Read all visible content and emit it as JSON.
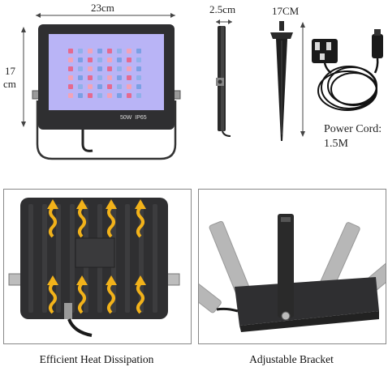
{
  "dimensions": {
    "width_label": "23cm",
    "height_label_line1": "17",
    "height_label_line2": "cm",
    "depth_label": "2.5cm",
    "spike_label": "17CM",
    "power_cord_line1": "Power Cord:",
    "power_cord_line2": "1.5M"
  },
  "light": {
    "rating_label": "50W  IP65",
    "led_colors": [
      "#e56a8f",
      "#8fb1ea",
      "#f2a3b8",
      "#7aa0e4"
    ]
  },
  "captions": {
    "heat": "Efficient Heat Dissipation",
    "bracket": "Adjustable Bracket"
  },
  "colors": {
    "arrow": "#f2b21a",
    "housing": "#2f2f31",
    "panel_face": "#b9b4f6"
  }
}
